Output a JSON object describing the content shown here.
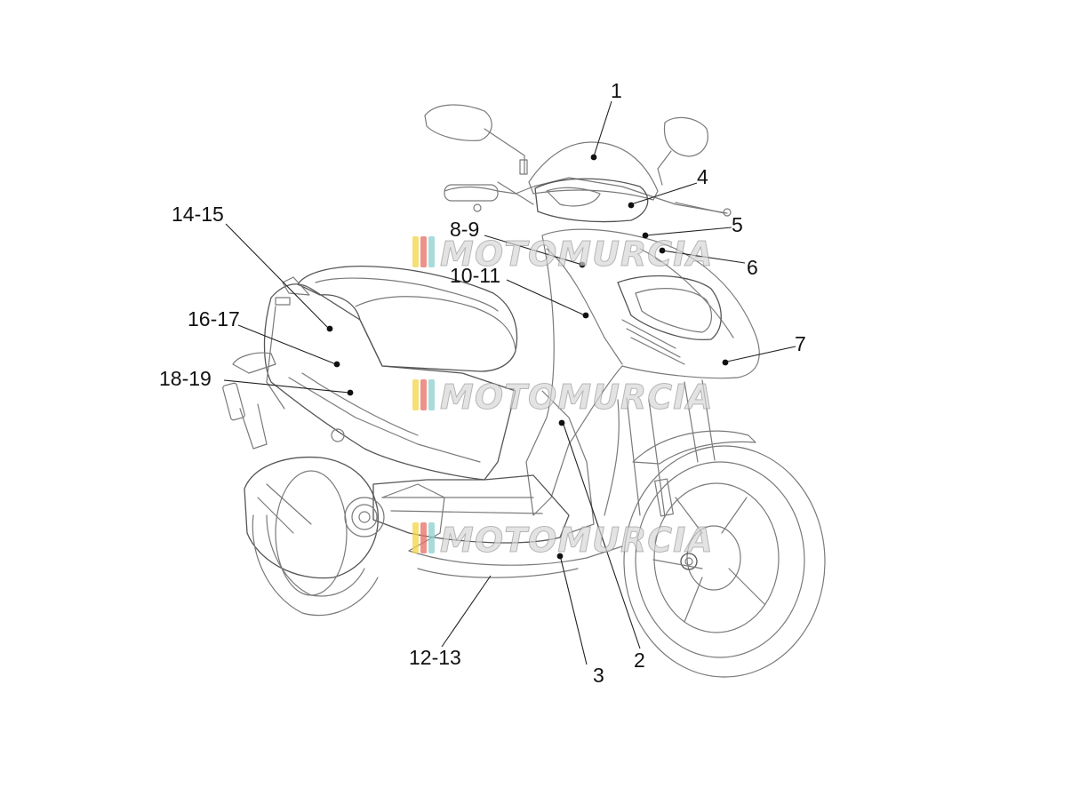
{
  "diagram": {
    "callouts": [
      {
        "id": "c1",
        "label": "1"
      },
      {
        "id": "c2",
        "label": "2"
      },
      {
        "id": "c3",
        "label": "3"
      },
      {
        "id": "c4",
        "label": "4"
      },
      {
        "id": "c5",
        "label": "5"
      },
      {
        "id": "c6",
        "label": "6"
      },
      {
        "id": "c7",
        "label": "7"
      },
      {
        "id": "c8",
        "label": "8-9"
      },
      {
        "id": "c10",
        "label": "10-11"
      },
      {
        "id": "c12",
        "label": "12-13"
      },
      {
        "id": "c14",
        "label": "14-15"
      },
      {
        "id": "c16",
        "label": "16-17"
      },
      {
        "id": "c18",
        "label": "18-19"
      }
    ],
    "watermark": {
      "text": "MOTOMURCIA",
      "colors": [
        "#f3d54a",
        "#e8706a",
        "#8fd0d0"
      ]
    }
  }
}
